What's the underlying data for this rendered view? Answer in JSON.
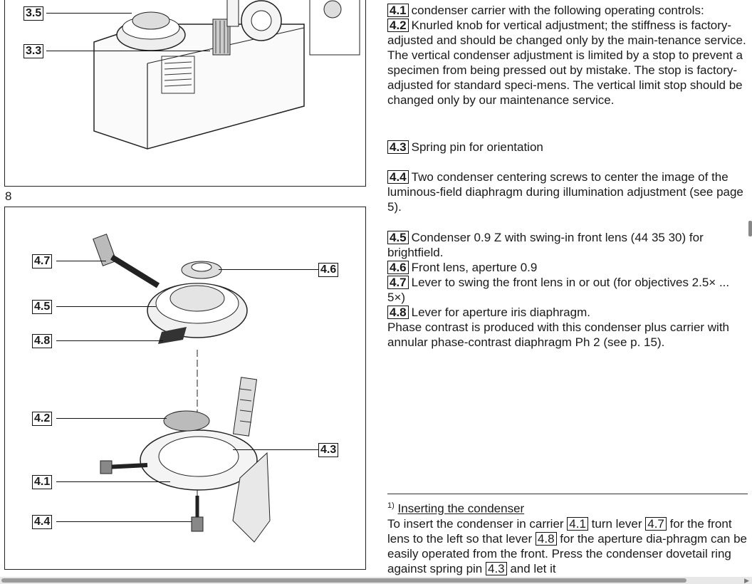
{
  "figure_top": {
    "callouts": [
      "3.5",
      "3.3"
    ]
  },
  "figure_number": "8",
  "figure_bottom": {
    "callouts_left": [
      "4.7",
      "4.5",
      "4.8",
      "4.2",
      "4.1",
      "4.4"
    ],
    "callouts_right": [
      "4.6",
      "4.3"
    ]
  },
  "paragraphs": [
    {
      "tag": "4.1",
      "text": "condenser carrier with the following operating controls:"
    },
    {
      "tag": "4.2",
      "text": "Knurled knob for vertical adjustment; the stiffness is factory-adjusted and should be changed only by the main-tenance service. The vertical condenser adjustment is limited by a stop to prevent a specimen from being pressed out by mistake. The stop is factory-adjusted for standard speci-mens. The vertical limit stop should be changed only by our maintenance service."
    },
    {
      "tag": "4.3",
      "text": "Spring pin for orientation"
    },
    {
      "tag": "4.4",
      "text": "Two condenser centering screws to center the image of the luminous-field diaphragm during illumination adjustment (see page 5)."
    },
    {
      "tag": "4.5",
      "text": "Condenser 0.9 Z with swing-in front lens (44 35 30) for brightfield."
    },
    {
      "tag": "4.6",
      "text": "Front lens, aperture 0.9"
    },
    {
      "tag": "4.7",
      "text": "Lever to swing the front lens in or out (for objectives 2.5× ... 5×)"
    },
    {
      "tag": "4.8",
      "text": "Lever for aperture iris diaphragm."
    },
    {
      "tag": "",
      "text": "Phase contrast is produced with this condenser plus carrier with annular phase-contrast diaphragm Ph 2 (see p. 15)."
    }
  ],
  "footnote": {
    "marker": "1)",
    "heading": "Inserting the condenser",
    "parts": [
      "To insert the condenser in carrier ",
      "4.1",
      " turn lever ",
      "4.7",
      " for the front lens to the left so that lever ",
      "4.8",
      " for the aperture dia-phragm can be easily operated from the front. Press the condenser dovetail ring against spring pin ",
      "4.3",
      " and let it"
    ]
  }
}
